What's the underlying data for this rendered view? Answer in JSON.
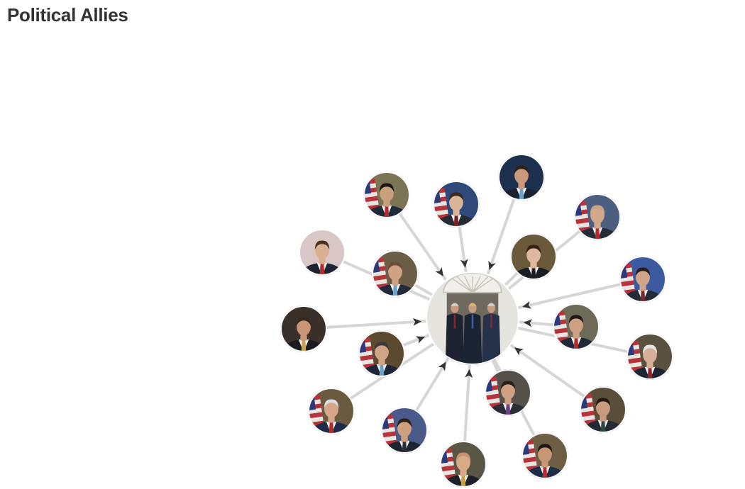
{
  "page": {
    "title": "Political Allies"
  },
  "graph": {
    "edge_color": "#d6d6d6",
    "arrow_color": "#333333",
    "node_border_color": "#ffffff",
    "center": {
      "id": "center",
      "image_subject": "three men in suits in a doorway",
      "bg": "#6f6a60",
      "suit": "#1b2433",
      "skin": "#c79b80"
    },
    "nodes": [
      {
        "id": "n1",
        "image_subject": "portrait, man with flag backdrop",
        "bg": "#7b7455",
        "skin": "#c9a07e",
        "hair": "#1a1410",
        "suit": "#1f2a3a",
        "tie": "#b52a2a",
        "flag": true
      },
      {
        "id": "n2",
        "image_subject": "portrait, man with flag backdrop",
        "bg": "#2f4a7a",
        "skin": "#d8b49a",
        "hair": "#3a2a20",
        "suit": "#262b33",
        "tie": "#7a1f24",
        "flag": true
      },
      {
        "id": "n3",
        "image_subject": "portrait, man dark backdrop",
        "bg": "#1e3050",
        "skin": "#c8997a",
        "hair": "#2b211a",
        "suit": "#1c2230",
        "tie": "#6ea3c9",
        "flag": false
      },
      {
        "id": "n4",
        "image_subject": "portrait, bald man with flag backdrop",
        "bg": "#4d5f80",
        "skin": "#d3a88a",
        "hair": "#c6a58a",
        "suit": "#262d3a",
        "tie": "#b52a2a",
        "flag": true
      },
      {
        "id": "n5",
        "image_subject": "portrait, woman",
        "bg": "#6a5a3a",
        "skin": "#e0b8a0",
        "hair": "#3a2218",
        "suit": "#1a1d26",
        "tie": "#1a1d26",
        "flag": false
      },
      {
        "id": "n6",
        "image_subject": "portrait, man with flag backdrop",
        "bg": "#3c5aa0",
        "skin": "#d1a58a",
        "hair": "#2a1e18",
        "suit": "#232a38",
        "tie": "#7a2a30",
        "flag": true
      },
      {
        "id": "n7",
        "image_subject": "portrait, man with flag backdrop",
        "bg": "#6e6a58",
        "skin": "#cfa184",
        "hair": "#201814",
        "suit": "#1f2838",
        "tie": "#b52a2a",
        "flag": true
      },
      {
        "id": "n8",
        "image_subject": "portrait, older man with flag backdrop",
        "bg": "#5a5040",
        "skin": "#d8b09a",
        "hair": "#e4e4e4",
        "suit": "#1d2330",
        "tie": "#8a2530",
        "flag": true
      },
      {
        "id": "n9",
        "image_subject": "portrait, man with flag backdrop",
        "bg": "#5a4e3a",
        "skin": "#c89a80",
        "hair": "#241a14",
        "suit": "#232a34",
        "tie": "#2e4a3c",
        "flag": true
      },
      {
        "id": "n10",
        "image_subject": "portrait, man with flag backdrop",
        "bg": "#6e5e44",
        "skin": "#c79674",
        "hair": "#1e1612",
        "suit": "#1f2c48",
        "tie": "#b52a2a",
        "flag": true
      },
      {
        "id": "n11",
        "image_subject": "portrait, man with flag backdrop",
        "bg": "#56504a",
        "skin": "#cfa081",
        "hair": "#2a2018",
        "suit": "#2a2d36",
        "tie": "#6a3a8a",
        "flag": true
      },
      {
        "id": "n12",
        "image_subject": "portrait, man with flag backdrop",
        "bg": "#5a5646",
        "skin": "#d8aa88",
        "hair": "#c49070",
        "suit": "#1d2026",
        "tie": "#c8a040",
        "flag": true
      },
      {
        "id": "n13",
        "image_subject": "portrait, man with flag backdrop",
        "bg": "#4a5a8a",
        "skin": "#cfa080",
        "hair": "#2a2018",
        "suit": "#1f2530",
        "tie": "#2a2f38",
        "flag": true
      },
      {
        "id": "n14",
        "image_subject": "portrait, older man with flag backdrop",
        "bg": "#6a5a40",
        "skin": "#d6a68a",
        "hair": "#dcdcdc",
        "suit": "#1f2b4a",
        "tie": "#b52a2a",
        "flag": true
      },
      {
        "id": "n15",
        "image_subject": "portrait, man with flag backdrop",
        "bg": "#5c4a30",
        "skin": "#d2a486",
        "hair": "#3a3a3a",
        "suit": "#1d2738",
        "tie": "#6aa3c9",
        "flag": true
      },
      {
        "id": "n16",
        "image_subject": "portrait, man dark backdrop",
        "bg": "#3a302a",
        "skin": "#c79674",
        "hair": "#3a2a1e",
        "suit": "#1c1c20",
        "tie": "#c8a050",
        "flag": false
      },
      {
        "id": "n17",
        "image_subject": "portrait, man with flag backdrop",
        "bg": "#6a5e46",
        "skin": "#d0a182",
        "hair": "#6a4e38",
        "suit": "#22293a",
        "tie": "#6aa3c9",
        "flag": true
      },
      {
        "id": "n18",
        "image_subject": "portrait, man light backdrop",
        "bg": "#d9c6c6",
        "skin": "#dab092",
        "hair": "#4a3220",
        "suit": "#1d2534",
        "tie": "#b52a2a",
        "flag": false
      }
    ],
    "edges": [
      {
        "source": "n1",
        "target": "center",
        "arrow": "in"
      },
      {
        "source": "n2",
        "target": "center",
        "arrow": "in"
      },
      {
        "source": "n3",
        "target": "center",
        "arrow": "in"
      },
      {
        "source": "n4",
        "target": "center",
        "arrow": "none"
      },
      {
        "source": "n5",
        "target": "center",
        "arrow": "none"
      },
      {
        "source": "n6",
        "target": "center",
        "arrow": "in"
      },
      {
        "source": "n7",
        "target": "center",
        "arrow": "in"
      },
      {
        "source": "n8",
        "target": "center",
        "arrow": "none"
      },
      {
        "source": "n9",
        "target": "center",
        "arrow": "in"
      },
      {
        "source": "n10",
        "target": "center",
        "arrow": "none"
      },
      {
        "source": "n11",
        "target": "center",
        "arrow": "none"
      },
      {
        "source": "n12",
        "target": "center",
        "arrow": "in"
      },
      {
        "source": "n13",
        "target": "center",
        "arrow": "in"
      },
      {
        "source": "n14",
        "target": "center",
        "arrow": "none"
      },
      {
        "source": "n15",
        "target": "center",
        "arrow": "in"
      },
      {
        "source": "n16",
        "target": "center",
        "arrow": "in"
      },
      {
        "source": "n17",
        "target": "center",
        "arrow": "none"
      },
      {
        "source": "n18",
        "target": "center",
        "arrow": "none"
      }
    ]
  }
}
